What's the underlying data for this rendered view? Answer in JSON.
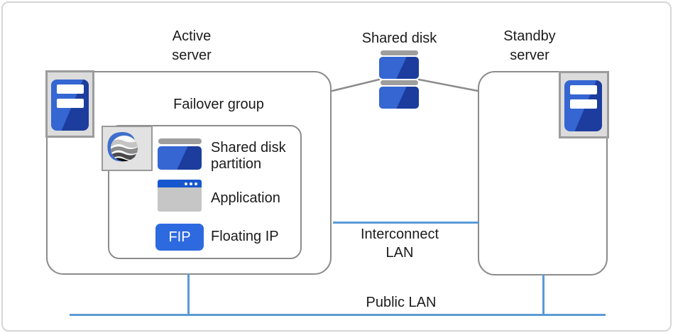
{
  "labels": {
    "active_server": "Active\nserver",
    "shared_disk": "Shared disk",
    "standby_server": "Standby\nserver",
    "failover_group": "Failover group",
    "shared_disk_partition": "Shared disk\npartition",
    "application": "Application",
    "floating_ip_badge": "FIP",
    "floating_ip": "Floating IP",
    "interconnect_lan": "Interconnect\nLAN",
    "public_lan": "Public LAN"
  },
  "icons": {
    "active_server": "server-icon",
    "standby_server": "server-icon",
    "failover_group_logo": "expresscluster-logo-icon",
    "shared_disk_partition": "disk-partition-icon",
    "application": "application-window-icon",
    "floating_ip": "fip-badge",
    "shared_disk": "shared-disk-icon"
  },
  "colors": {
    "royal_blue": "#3566D2",
    "navy_blue": "#1C3D9E",
    "accent_blue": "#2E6ADF",
    "title_bar_blue": "#1757CE",
    "lan_line_blue": "#5B9BD5",
    "outline_gray": "#8C8C8C",
    "icon_bg_gray": "#DCDCDC",
    "icon_border_gray": "#9C9C9C",
    "bar_gray": "#9E9E9E",
    "app_body_gray": "#C6C6C6",
    "logo_blue": "#3F6FCC",
    "text_black": "#1B1B1B"
  }
}
